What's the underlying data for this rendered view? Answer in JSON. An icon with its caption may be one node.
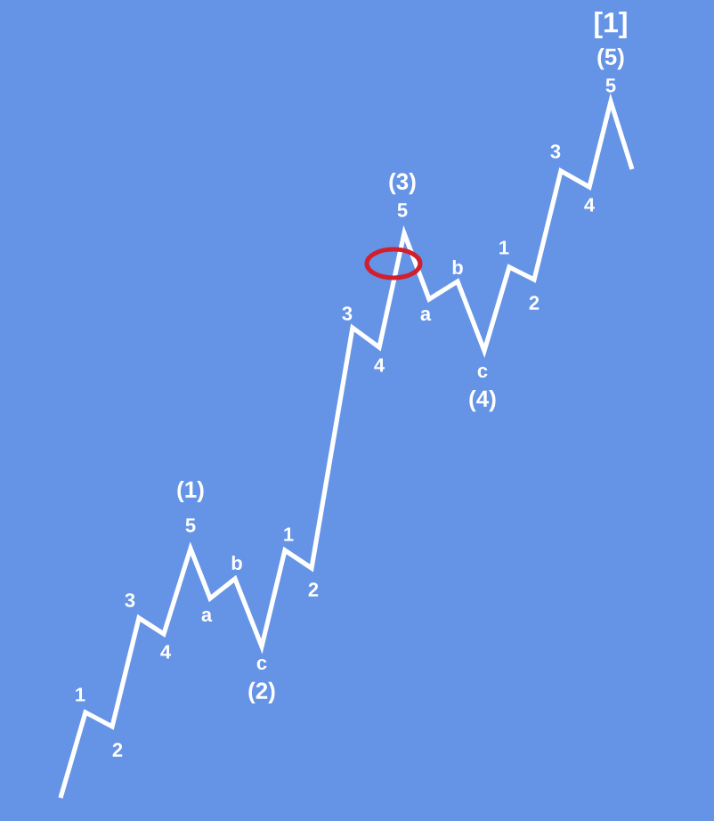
{
  "diagram": {
    "labels": [
      "1",
      "2",
      "3",
      "4",
      "(1)",
      "5",
      "a",
      "b",
      "c",
      "(2)",
      "1",
      "2",
      "3",
      "4",
      "(3)",
      "5",
      "a",
      "b",
      "c",
      "(4)",
      "1",
      "2",
      "3",
      "4",
      "[1]",
      "(5)",
      "5"
    ]
  }
}
